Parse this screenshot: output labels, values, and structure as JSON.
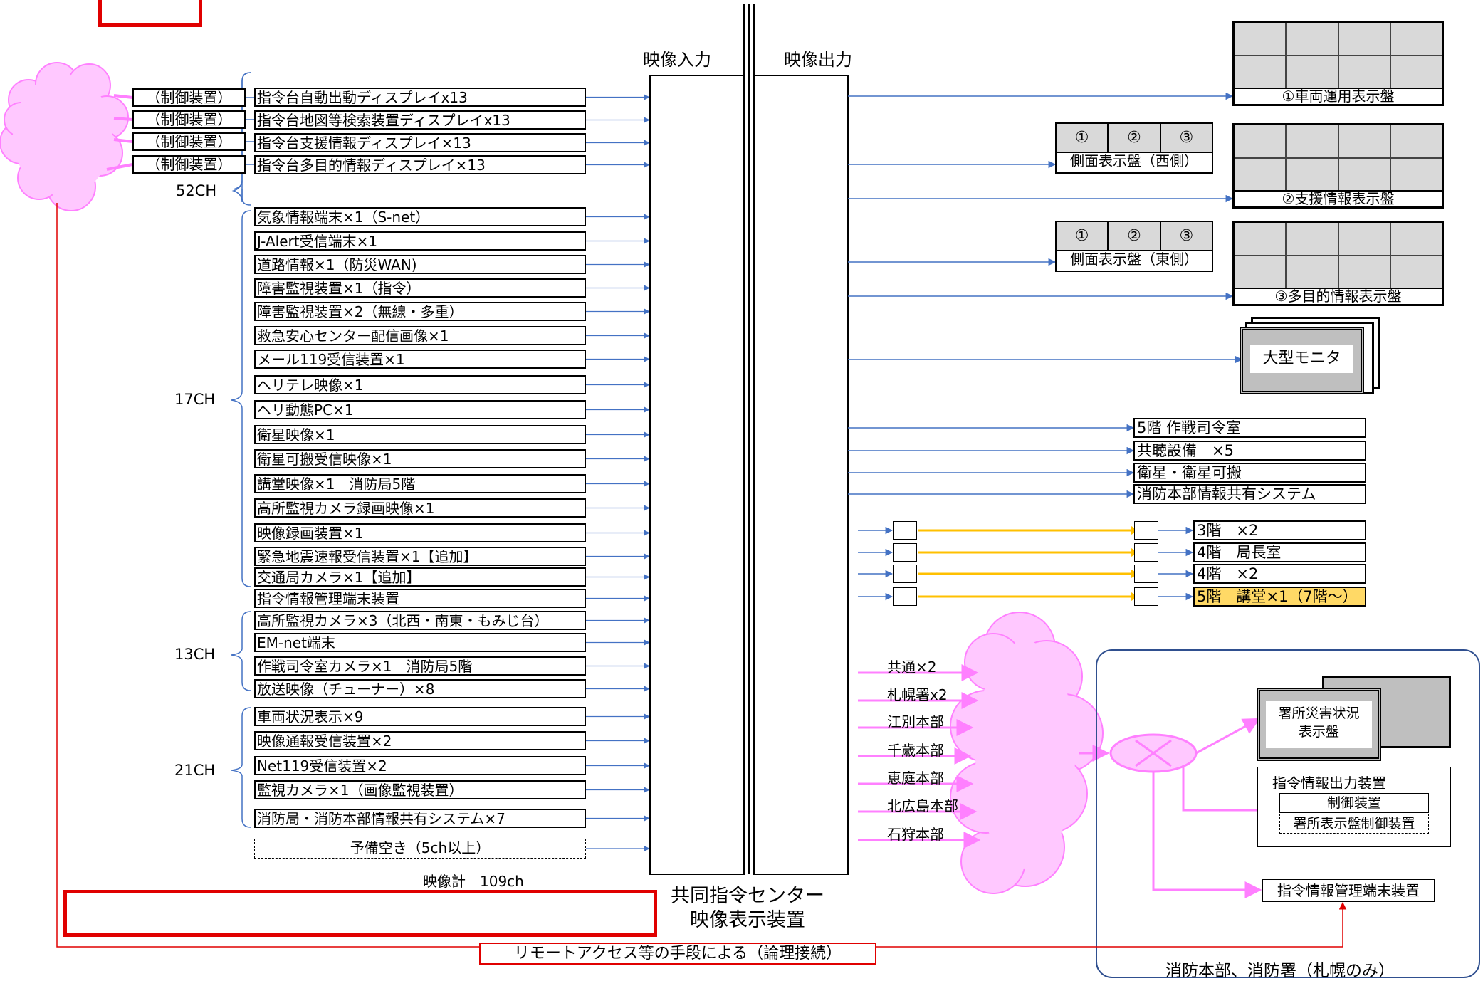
{
  "video_input_header": "映像入力",
  "video_output_header": "映像出力",
  "center_title_line1": "共同指令センター",
  "center_title_line2": "映像表示装置",
  "controller_label": "（制御装置）",
  "groups": {
    "g52": "52CH",
    "g17": "17CH",
    "g13": "13CH",
    "g21": "21CH"
  },
  "inputs_52ch": [
    "指令台自動出動ディスプレイx13",
    "指令台地図等検索装置ディスプレイx13",
    "指令台支援情報ディスプレイ×13",
    "指令台多目的情報ディスプレイ×13"
  ],
  "inputs_17ch": [
    "気象情報端末×1（S-net）",
    "J-Alert受信端末×1",
    "道路情報×1（防災WAN)",
    "障害監視装置×1（指令）",
    "障害監視装置×2（無線・多重）",
    "救急安心センター配信画像×1",
    "メール119受信装置×1",
    "ヘリテレ映像×1",
    "ヘリ動態PC×1",
    "衛星映像×1",
    "衛星可搬受信映像×1",
    "講堂映像×1　消防局5階",
    "高所監視カメラ録画映像×1",
    "映像録画装置×1",
    "緊急地震速報受信装置×1【追加】",
    "交通局カメラ×1【追加】"
  ],
  "input_standalone": "指令情報管理端末装置",
  "inputs_13ch": [
    "高所監視カメラ×3（北西・南東・もみじ台）",
    "EM-net端末",
    "作戦司令室カメラ×1　消防局5階",
    "放送映像（チューナー）×8"
  ],
  "inputs_21ch": [
    "車両状況表示×9",
    "映像通報受信装置×2",
    "Net119受信装置×2",
    "監視カメラ×1（画像監視装置）",
    "消防局・消防本部情報共有システム×7"
  ],
  "spare_input": "予備空き（5ch以上）",
  "video_total": "映像計　109ch",
  "panels": {
    "vehicle": "①車両運用表示盤",
    "support": "②支援情報表示盤",
    "multi": "③多目的情報表示盤"
  },
  "side_panels": {
    "numbers": [
      "①",
      "②",
      "③"
    ],
    "west": "側面表示盤（西側）",
    "east": "側面表示盤（東側）"
  },
  "large_monitor": "大型モニタ",
  "outputs_direct": [
    "5階 作戦司令室",
    "共聴設備　×5",
    "衛星・衛星可搬",
    "消防本部情報共有システム"
  ],
  "outputs_extended": [
    "3階　×2",
    "4階　局長室",
    "4階　×2",
    "5階　講堂×1（7階～）"
  ],
  "network_outputs": [
    "共通×2",
    "札幌署x2",
    "江別本部",
    "千歳本部",
    "恵庭本部",
    "北広島本部",
    "石狩本部"
  ],
  "station": {
    "area_label": "消防本部、消防署（札幌のみ）",
    "disaster_display_line1": "署所災害状況",
    "disaster_display_line2": "表示盤",
    "output_device_title": "指令情報出力装置",
    "controller": "制御装置",
    "display_controller": "署所表示盤制御装置",
    "terminal": "指令情報管理端末装置"
  },
  "remote_access_label": "リモートアクセス等の手段による（論理接続）",
  "colors": {
    "line_blue": "#4472c4",
    "line_pink": "#ff80ff",
    "cloud_pink": "#ffc8ff",
    "line_orange": "#ffc000",
    "remote_red": "#e00000",
    "highlight_yellow": "#ffd966",
    "panel_gray": "#d9d9d9",
    "area_border": "#2f4f8f"
  }
}
